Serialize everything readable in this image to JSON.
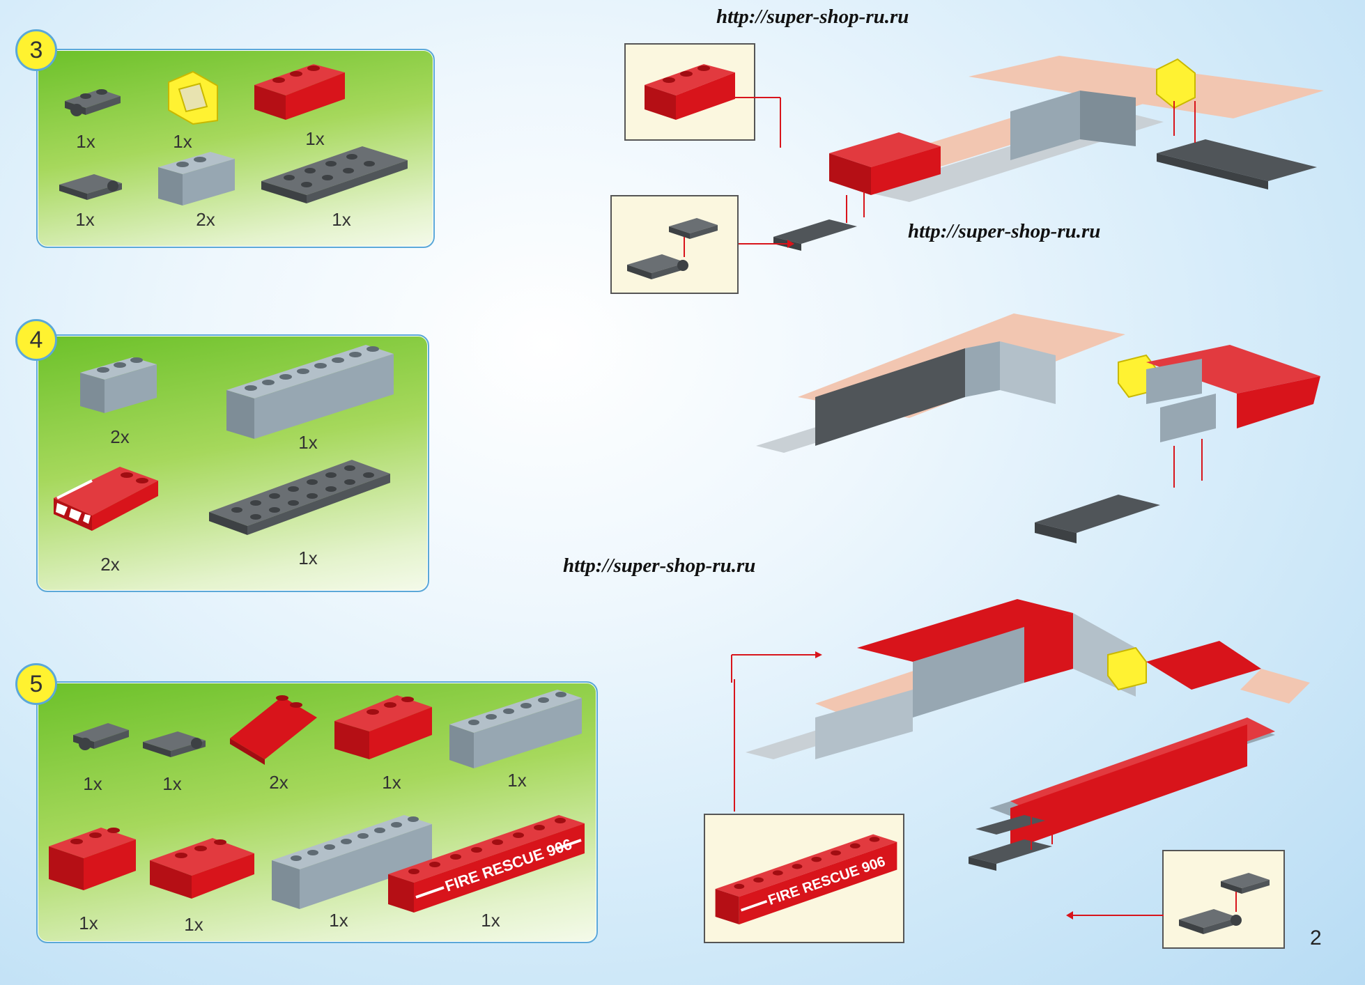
{
  "watermark": "http://super-shop-ru.ru",
  "page_number": "2",
  "steps": [
    {
      "number": "3",
      "parts": [
        {
          "name": "dark-gray-plate-hinge",
          "qty": "1x"
        },
        {
          "name": "yellow-windscreen",
          "qty": "1x"
        },
        {
          "name": "red-slope-brick",
          "qty": "1x"
        },
        {
          "name": "dark-gray-plate-clip",
          "qty": "1x"
        },
        {
          "name": "light-gray-brick-1x3",
          "qty": "2x"
        },
        {
          "name": "dark-gray-plate-2x6",
          "qty": "1x"
        }
      ]
    },
    {
      "number": "4",
      "parts": [
        {
          "name": "light-gray-brick-1x3",
          "qty": "2x"
        },
        {
          "name": "light-gray-brick-1x8",
          "qty": "1x"
        },
        {
          "name": "red-slope-striped",
          "qty": "2x"
        },
        {
          "name": "dark-gray-plate-2x8",
          "qty": "1x"
        }
      ]
    },
    {
      "number": "5",
      "parts": [
        {
          "name": "dark-gray-plate-hinge",
          "qty": "1x"
        },
        {
          "name": "dark-gray-plate-clip",
          "qty": "1x"
        },
        {
          "name": "red-slope-2x2",
          "qty": "2x"
        },
        {
          "name": "red-slope-2x3",
          "qty": "1x"
        },
        {
          "name": "light-gray-brick-1x6",
          "qty": "1x"
        },
        {
          "name": "red-slope-inverted",
          "qty": "1x"
        },
        {
          "name": "red-slope-notched",
          "qty": "1x"
        },
        {
          "name": "light-gray-brick-1x8",
          "qty": "1x"
        },
        {
          "name": "red-brick-fire-rescue",
          "qty": "1x"
        }
      ]
    }
  ],
  "decal_text": "FIRE RESCUE 906",
  "colors": {
    "red": "#d8141b",
    "dark_gray": "#505559",
    "light_gray": "#97a7b2",
    "salmon": "#f2c6b1",
    "yellow": "#fff232",
    "panel_border": "#5ba8d8",
    "arrow": "#d8141b"
  }
}
